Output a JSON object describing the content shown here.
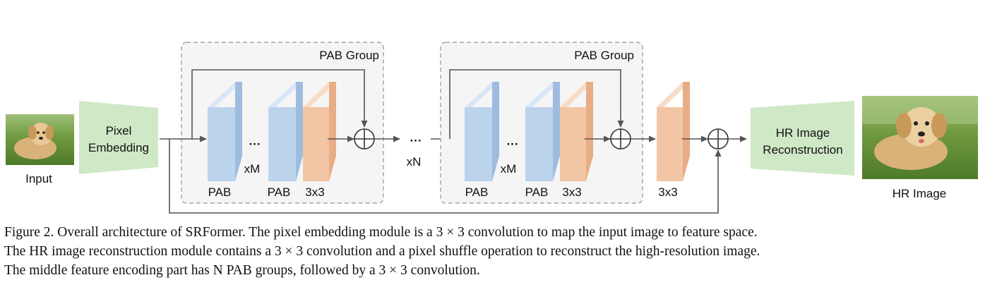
{
  "diagram": {
    "input_label": "Input",
    "pixel_embedding": [
      "Pixel",
      "Embedding"
    ],
    "groups": [
      {
        "title": "PAB Group",
        "pab_label_1": "PAB",
        "pab_label_2": "PAB",
        "conv_label": "3x3",
        "dots": "···",
        "repeat": "xM"
      },
      {
        "title": "PAB Group",
        "pab_label_1": "PAB",
        "pab_label_2": "PAB",
        "conv_label": "3x3",
        "dots": "···",
        "repeat": "xM"
      }
    ],
    "between_dots": "···",
    "group_repeat": "xN",
    "final_conv_label": "3x3",
    "reconstruction": [
      "HR Image",
      "Reconstruction"
    ],
    "output_label": "HR Image",
    "colors": {
      "embedding_block": "#cfe8c6",
      "pab_block": "#bcd3ec",
      "conv_block": "#f2c6a4",
      "group_box_fill": "#f5f5f5",
      "group_box_border": "#a6a6a6",
      "arrow": "#555555"
    }
  },
  "caption": {
    "line1": "Figure 2. Overall architecture of SRFormer. The pixel embedding module is a 3 × 3 convolution to map the input image to feature space.",
    "line2": "The HR image reconstruction module contains a 3 × 3 convolution and a pixel shuffle operation to reconstruct the high-resolution image.",
    "line3": "The middle feature encoding part has N PAB groups, followed by a 3 × 3 convolution."
  }
}
